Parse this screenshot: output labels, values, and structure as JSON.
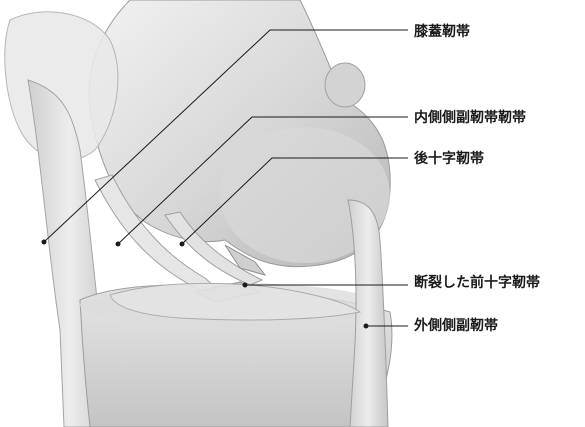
{
  "labels": [
    {
      "id": "patellar-ligament",
      "text": "膝蓋靭帯"
    },
    {
      "id": "medial-collateral-ligament",
      "text": "内側側副靭帯靭帯"
    },
    {
      "id": "posterior-cruciate-ligament",
      "text": "後十字靭帯"
    },
    {
      "id": "torn-anterior-cruciate-ligament",
      "text": "断裂した前十字靭帯"
    },
    {
      "id": "lateral-collateral-ligament",
      "text": "外側側副靭帯"
    }
  ],
  "colors": {
    "bone": "#d9d9d9",
    "ligament": "#e3e3e3",
    "shadow": "#a8a8a8",
    "leader": "#1a1a1a",
    "text": "#1a1a1a"
  }
}
